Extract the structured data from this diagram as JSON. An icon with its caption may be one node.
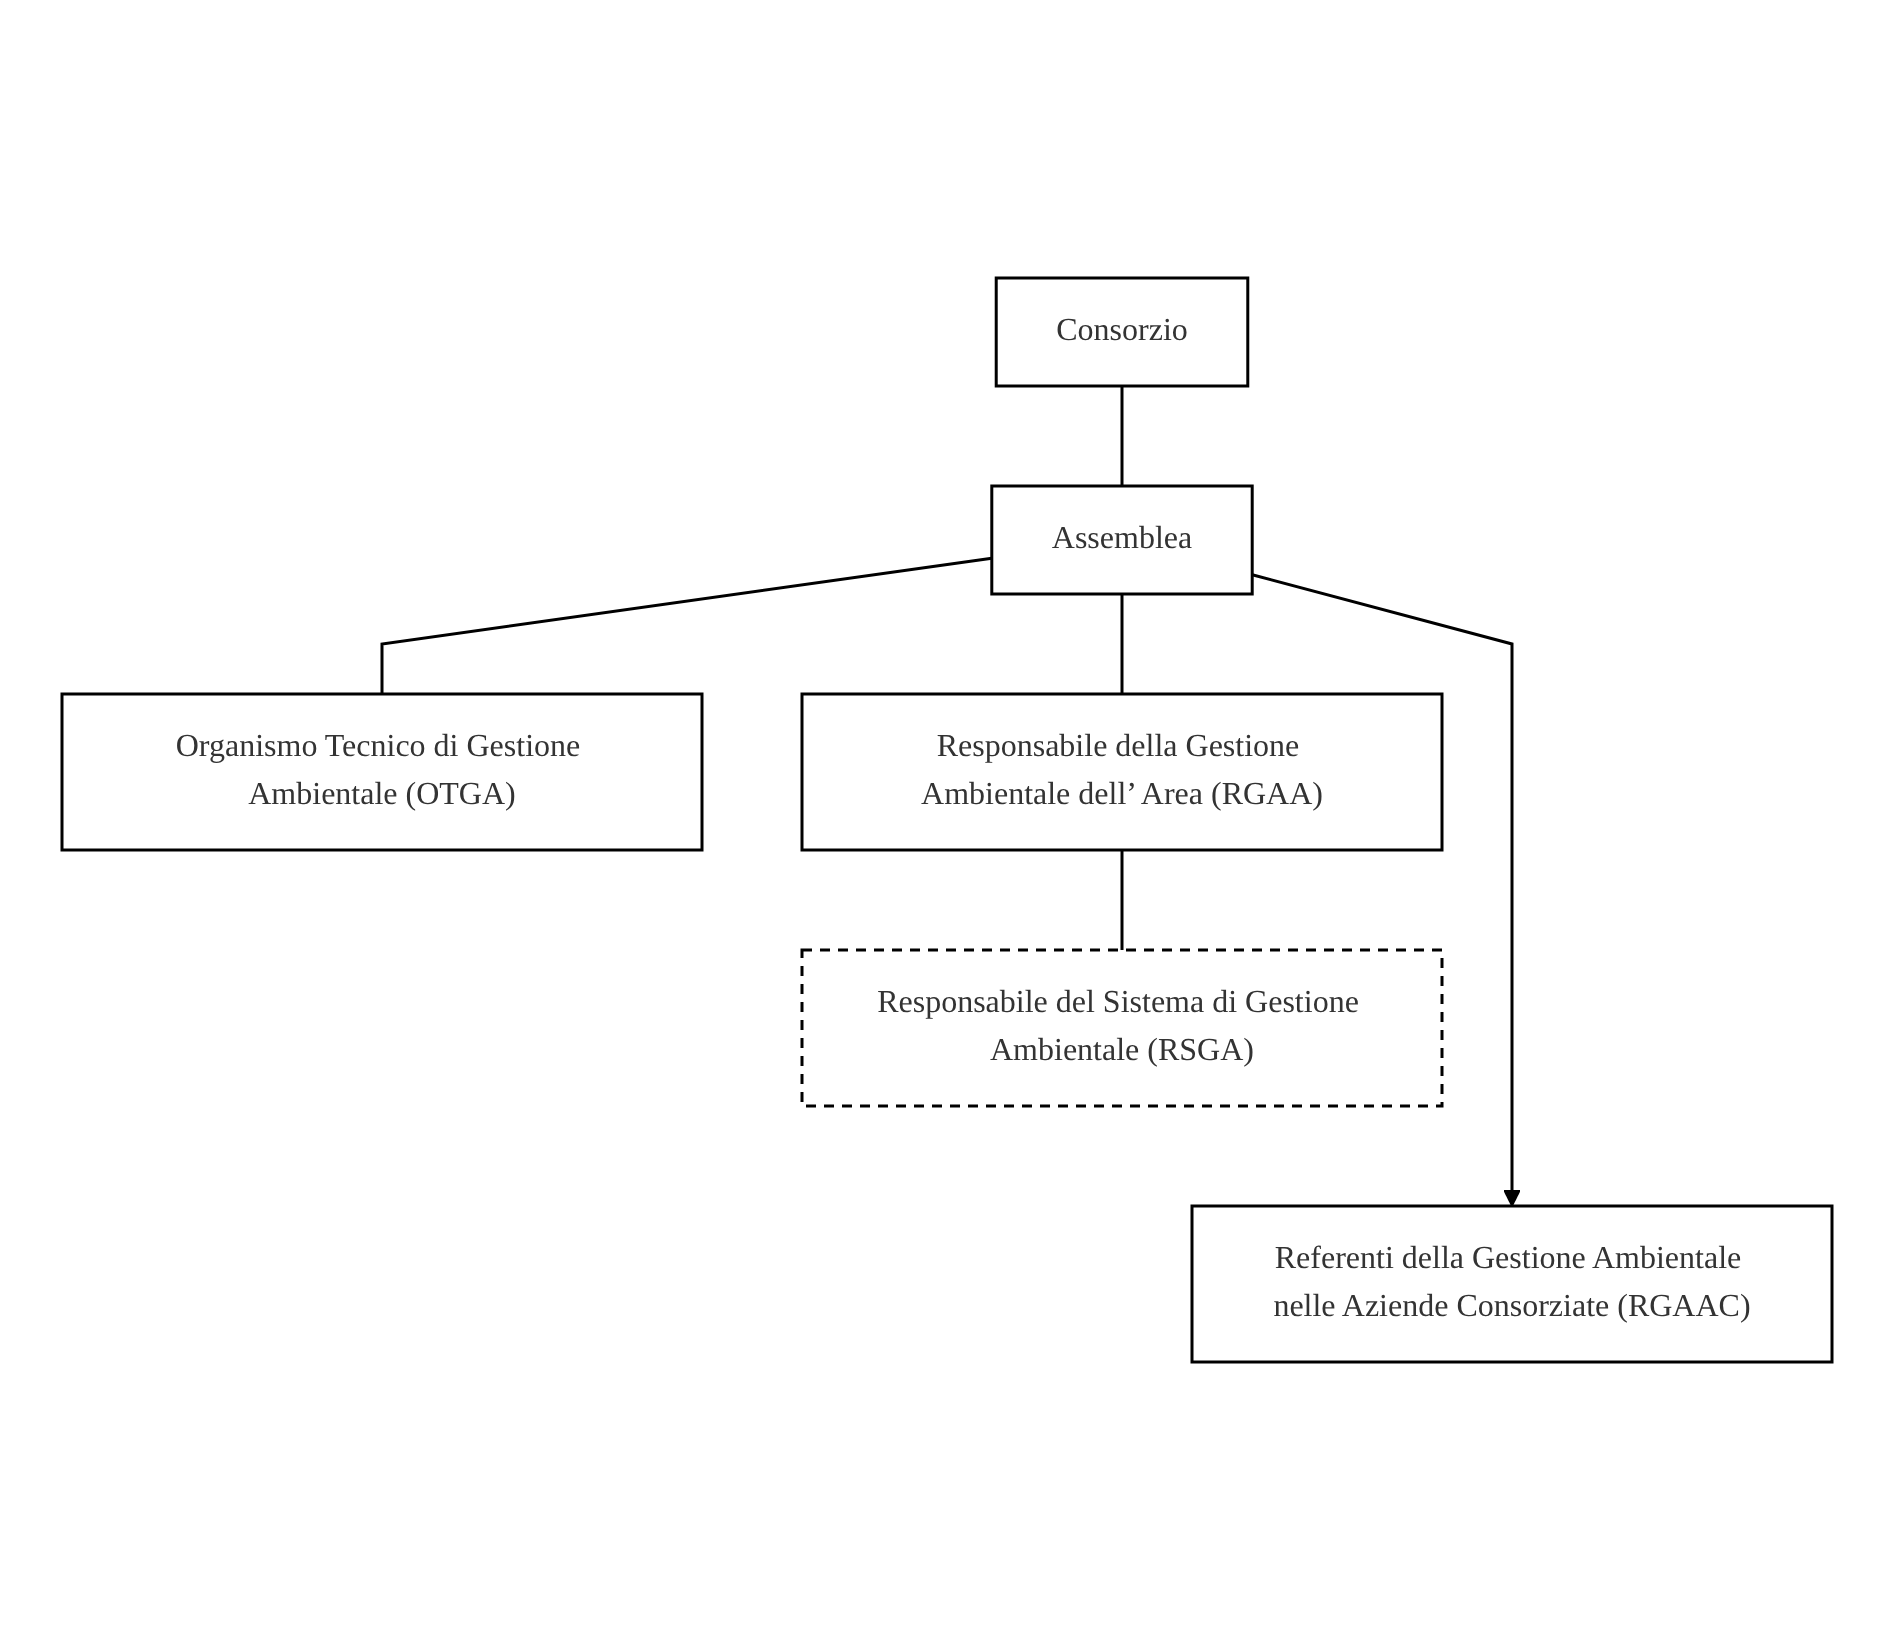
{
  "diagram": {
    "nodes": [
      {
        "text": [
          "Consorzio"
        ]
      },
      {
        "text": [
          "Assemblea"
        ]
      },
      {
        "text": [
          "Organismo Tecnico di Gestione Ambientale (OTGA)"
        ]
      },
      {
        "text": [
          "Responsabile della Gestione Ambientale dell’ Area (RGAA)"
        ]
      },
      {
        "text": [
          "Responsabile del Sistema di Gestione Ambientale (RSGA)"
        ]
      },
      {
        "text": [
          "Referenti della Gestione Ambientale nelle Aziende Consorziate (RGAAC)"
        ]
      }
    ],
    "edges": [
      {
        "from": 0,
        "to": 1,
        "arrow": "none"
      },
      {
        "from": 1,
        "to": 2,
        "arrow": "none"
      },
      {
        "from": 1,
        "to": 3,
        "arrow": "none"
      },
      {
        "from": 3,
        "to": 4,
        "arrow": "none"
      },
      {
        "from": 1,
        "to": 5,
        "arrow": "to"
      }
    ]
  }
}
